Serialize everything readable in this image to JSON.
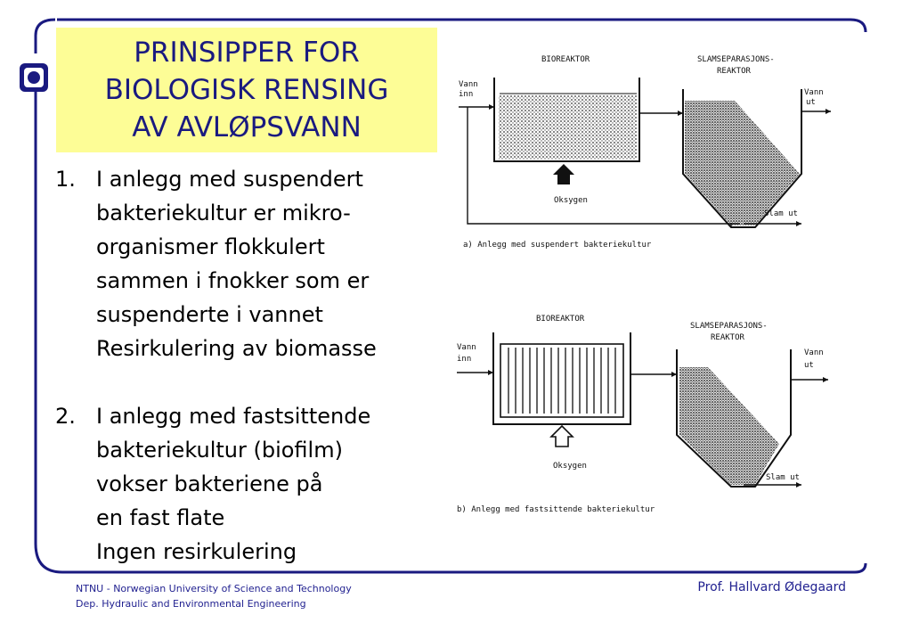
{
  "title": {
    "line1": "PRINSIPPER FOR",
    "line2": "BIOLOGISK RENSING",
    "line3": "AV AVLØPSVANN"
  },
  "bullets": [
    {
      "num": "1.",
      "lines": [
        "I anlegg med suspendert",
        "bakteriekultur er mikro-",
        "organismer flokkulert",
        "sammen i fnokker som er",
        "suspenderte i vannet",
        "Resirkulering av biomasse"
      ]
    },
    {
      "num": "2.",
      "lines": [
        "I anlegg med fastsittende",
        "bakteriekultur (biofilm)",
        "vokser bakteriene på",
        "en fast flate",
        "Ingen resirkulering"
      ]
    }
  ],
  "diagram_a": {
    "bioreactor_label": "BIOREAKTOR",
    "separator_label_1": "SLAMSEPARASJONS-",
    "separator_label_2": "REAKTOR",
    "water_in_1": "Vann",
    "water_in_2": "inn",
    "water_out_1": "Vann",
    "water_out_2": "ut",
    "oxygen": "Oksygen",
    "sludge_out": "Slam ut",
    "caption": "a) Anlegg med suspendert bakteriekultur"
  },
  "diagram_b": {
    "bioreactor_label": "BIOREAKTOR",
    "separator_label_1": "SLAMSEPARASJONS-",
    "separator_label_2": "REAKTOR",
    "water_in_1": "Vann",
    "water_in_2": "inn",
    "water_out_1": "Vann",
    "water_out_2": "ut",
    "oxygen": "Oksygen",
    "sludge_out": "Slam ut",
    "caption": "b) Anlegg med fastsittende bakteriekultur"
  },
  "footer": {
    "line1": "NTNU - Norwegian University of Science and Technology",
    "line2": "Dep. Hydraulic and Environmental Engineering",
    "author": "Prof. Hallvard Ødegaard"
  },
  "colors": {
    "frame": "#1a1a80",
    "title_bg": "#fdfd96",
    "title_text": "#1a1a80",
    "footer_text": "#1f1f8f"
  }
}
